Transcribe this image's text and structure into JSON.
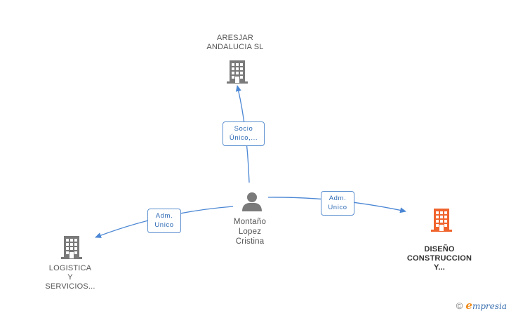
{
  "nodes": {
    "aresjar": {
      "lines": [
        "ARESJAR",
        "ANDALUCIA SL"
      ],
      "type": "company"
    },
    "person": {
      "lines": [
        "Montaño",
        "Lopez",
        "Cristina"
      ],
      "type": "person"
    },
    "logistica": {
      "lines": [
        "LOGISTICA",
        "Y",
        "SERVICIOS..."
      ],
      "type": "company"
    },
    "diseno": {
      "lines": [
        "DISEÑO",
        "CONSTRUCCION",
        "Y..."
      ],
      "type": "company",
      "highlighted": true
    }
  },
  "edges": {
    "to_aresjar": {
      "lines": [
        "Socio",
        "Único,..."
      ]
    },
    "to_logistica": {
      "lines": [
        "Adm.",
        "Unico"
      ]
    },
    "to_diseno": {
      "lines": [
        "Adm.",
        "Unico"
      ]
    }
  },
  "colors": {
    "edge": "#4a86d4",
    "company_icon": "#7a7a7a",
    "highlight_icon": "#f0642d",
    "person_icon": "#7a7a7a"
  },
  "branding": {
    "copyright": "©",
    "e": "e",
    "name": "mpresia"
  }
}
